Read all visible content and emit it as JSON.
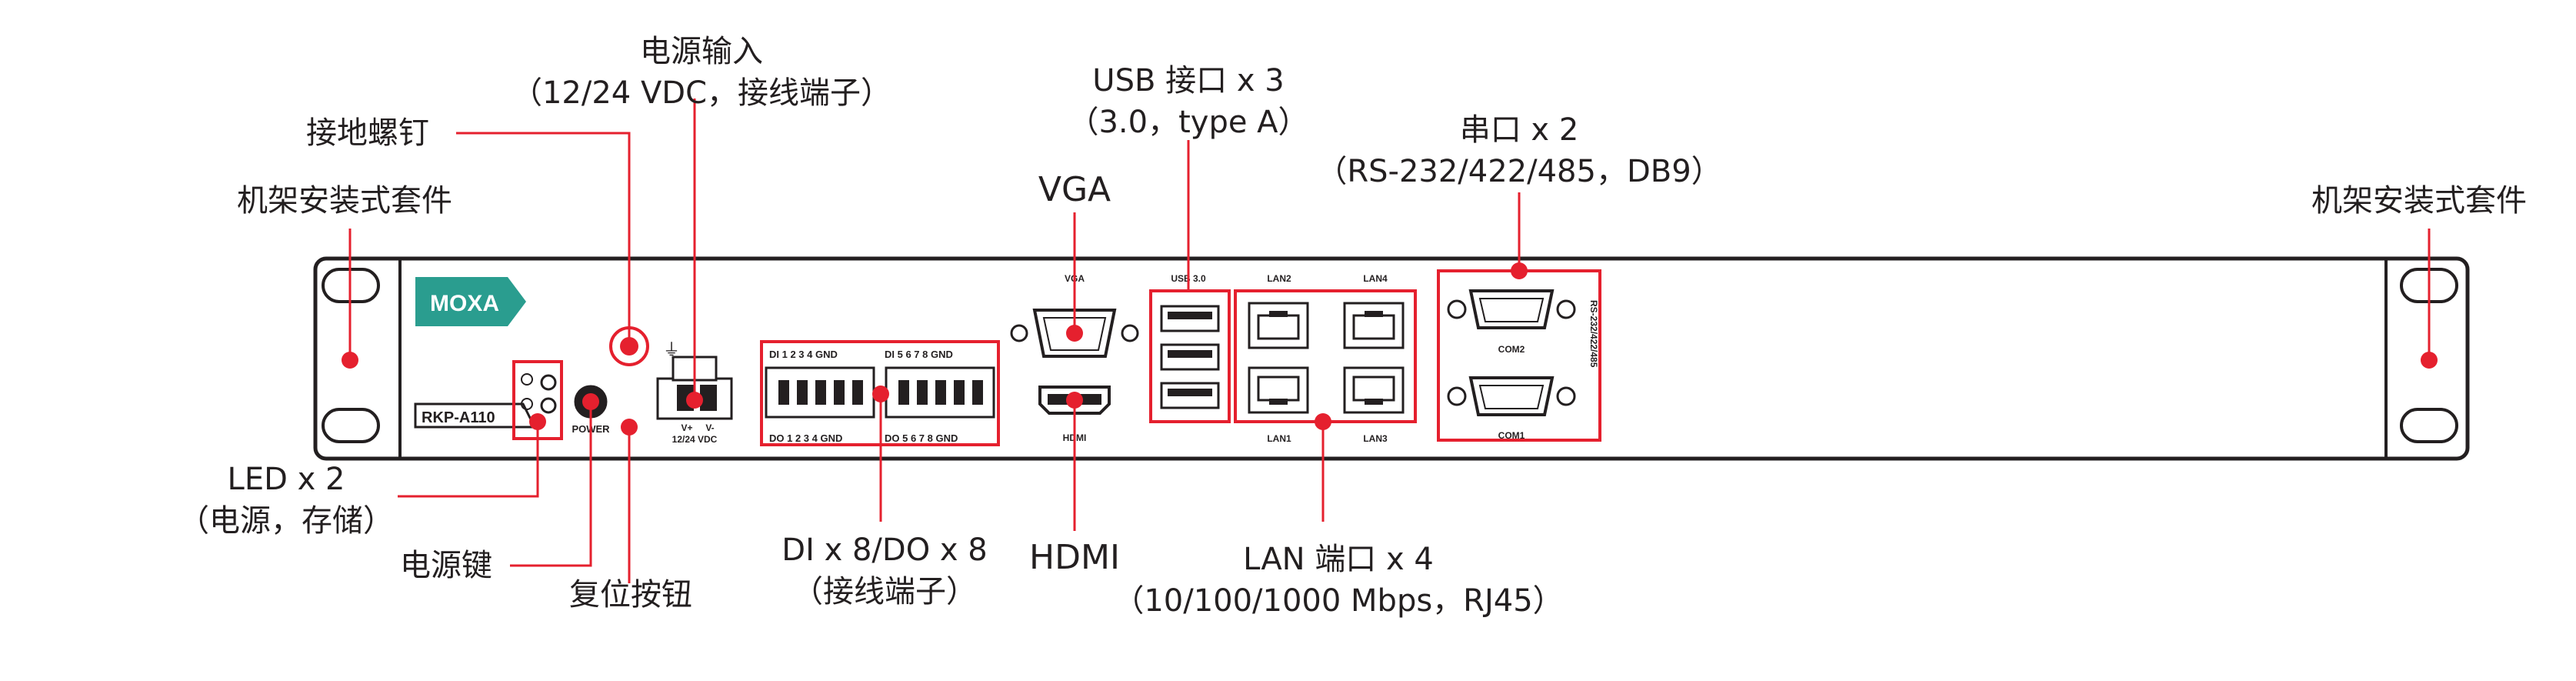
{
  "title": "",
  "device": {
    "brand_logo": "MOXA",
    "model_label": "RKP-A110",
    "power_label": "POWER",
    "terminal_vplus": "V+",
    "terminal_vminus": "V-",
    "terminal_voltage": "12/24 VDC",
    "di_top": "DI  1  2  3  4  GND",
    "di_top2": "DI  5  6  7  8  GND",
    "do_bottom": "DO 1  2  3  4  GND",
    "do_bottom2": "DO 5  6  7  8  GND",
    "vga_label": "VGA",
    "hdmi_label": "HDMI",
    "usb_label": "USB 3.0",
    "lan2_label": "LAN2",
    "lan4_label": "LAN4",
    "lan1_label": "LAN1",
    "lan3_label": "LAN3",
    "com2_label": "COM2",
    "com1_label": "COM1",
    "rs_side_label": "RS-232/422/485"
  },
  "callouts": {
    "rack_left": "机架安装式套件",
    "grounding": "接地螺钉",
    "power_input_1": "电源输入",
    "power_input_2": "（12/24 VDC，接线端子）",
    "led_1": "LED x 2",
    "led_2": "（电源，存储）",
    "power_key": "电源键",
    "reset": "复位按钮",
    "dio_1": "DI x 8/DO x 8",
    "dio_2": "（接线端子）",
    "vga": "VGA",
    "hdmi": "HDMI",
    "usb_1": "USB 接口 x 3",
    "usb_2": "（3.0，type A）",
    "lan_1": "LAN 端口 x 4",
    "lan_2": "（10/100/1000 Mbps，RJ45）",
    "serial_1": "串口 x 2",
    "serial_2": "（RS-232/422/485，DB9）",
    "rack_right": "机架安装式套件"
  },
  "colors": {
    "callout_line": "#e5202e",
    "panel_stroke": "#231f20",
    "logo_bg": "#2a9d8f",
    "text": "#231f20"
  }
}
